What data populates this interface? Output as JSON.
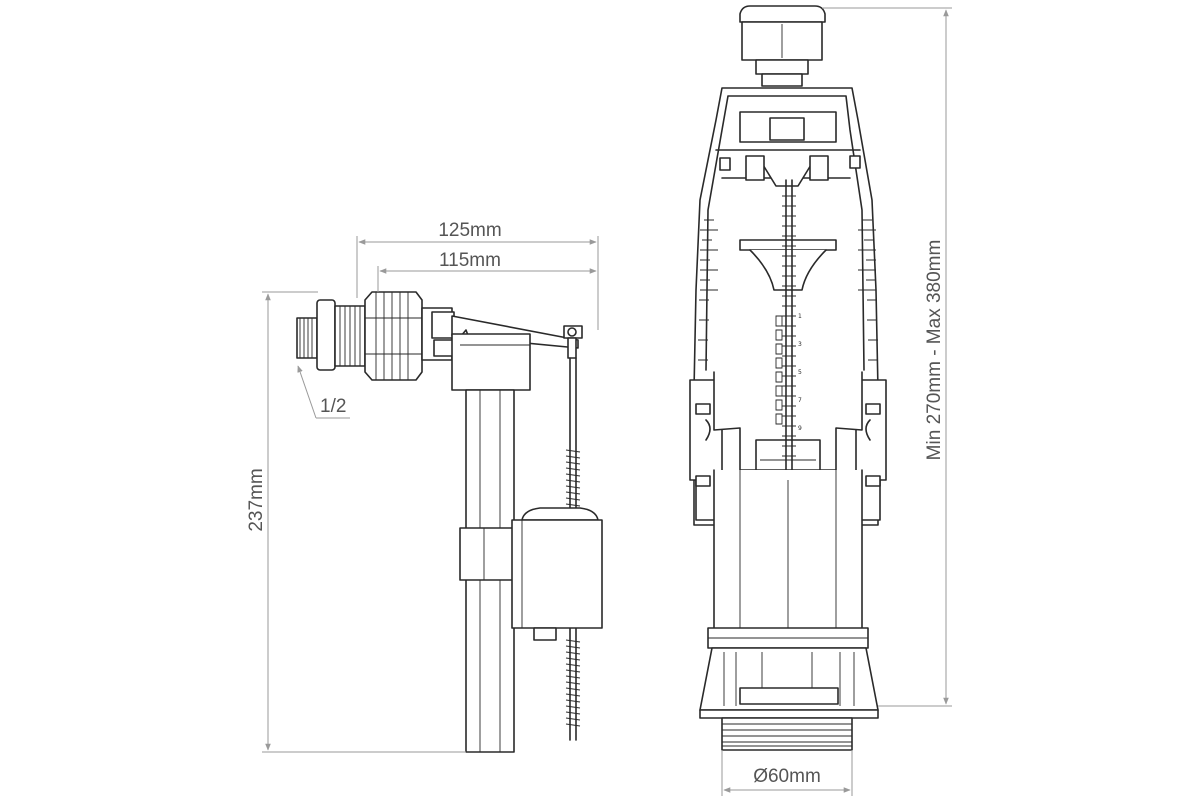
{
  "diagram": {
    "dimensions": {
      "fill_valve_width_outer": "125mm",
      "fill_valve_width_inner": "115mm",
      "fill_valve_height": "237mm",
      "inlet_thread": "1/2",
      "flush_valve_height": "Min 270mm - Max 380mm",
      "flush_valve_diameter": "Ø60mm"
    },
    "scale_marks": [
      "1",
      "3",
      "5",
      "7",
      "9"
    ]
  }
}
